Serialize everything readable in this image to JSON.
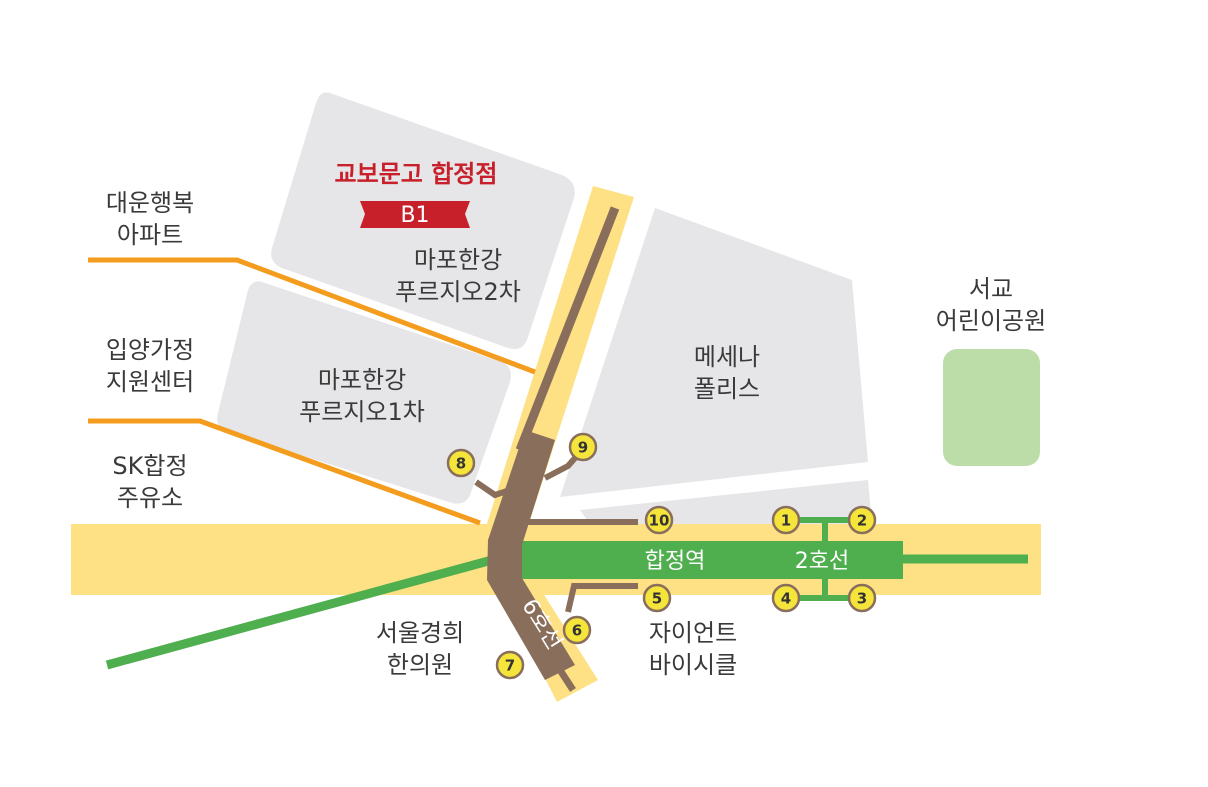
{
  "colors": {
    "road": "#fde184",
    "building": "#e6e6e8",
    "park": "#bcdda8",
    "orange": "#f39c1e",
    "line2": "#4fae4e",
    "line6": "#8a6e5c",
    "store": "#c8202a",
    "exit_fill": "#f5e53a",
    "exit_stroke": "#8a6e5c"
  },
  "store": {
    "name": "교보문고 합정점",
    "floor": "B1"
  },
  "buildings": {
    "prugio2": [
      "마포한강",
      "푸르지오2차"
    ],
    "prugio1": [
      "마포한강",
      "푸르지오1차"
    ],
    "mecenat": [
      "메세나",
      "폴리스"
    ]
  },
  "landmarks": {
    "daewoon": [
      "대운행복",
      "아파트"
    ],
    "ipyang": [
      "입양가정",
      "지원센터"
    ],
    "sk": [
      "SK합정",
      "주유소"
    ],
    "seoul_hospital": [
      "서울경희",
      "한의원"
    ],
    "giant": [
      "자이언트",
      "바이시클"
    ],
    "park": [
      "서교",
      "어린이공원"
    ]
  },
  "station": {
    "name": "합정역",
    "line2": "2호선",
    "line6": "6호선"
  },
  "exits": [
    "1",
    "2",
    "3",
    "4",
    "5",
    "6",
    "7",
    "8",
    "9",
    "10"
  ]
}
